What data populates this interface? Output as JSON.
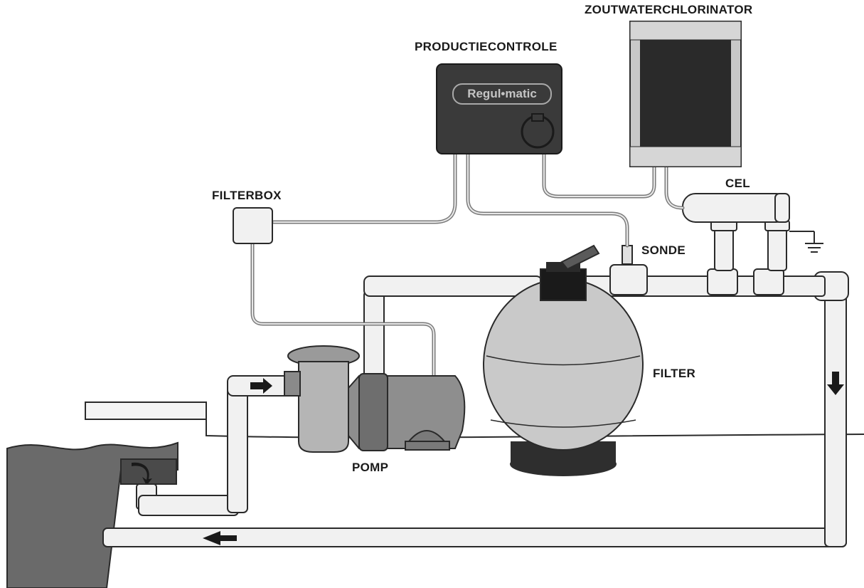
{
  "labels": {
    "chlorinator": "ZOUTWATERCHLORINATOR",
    "production_control": "PRODUCTIECONTROLE",
    "filterbox": "FILTERBOX",
    "cell": "CEL",
    "probe": "SONDE",
    "filter": "FILTER",
    "pump": "POMP"
  },
  "brand": "Regul•matic",
  "colors": {
    "outline": "#2a2a2a",
    "pipe_fill": "#f1f1f1",
    "tank_fill": "#c9c9c9",
    "device_dark": "#3a3a3a",
    "pool_wall": "#6a6a6a",
    "flow_arrow": "#1a1a1a"
  }
}
